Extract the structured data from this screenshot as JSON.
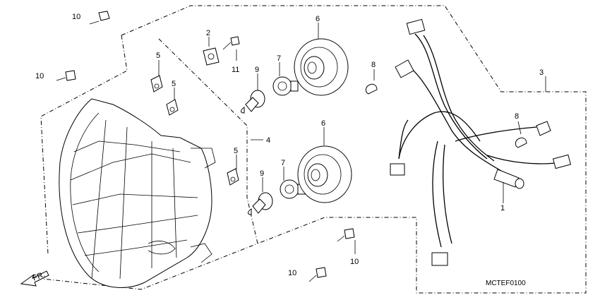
{
  "diagram": {
    "code": "MCTEF0100",
    "direction": "FR."
  },
  "labels": {
    "l1": "1",
    "l2": "2",
    "l3": "3",
    "l4": "4",
    "l5a": "5",
    "l5b": "5",
    "l5c": "5",
    "l6a": "6",
    "l6b": "6",
    "l7a": "7",
    "l7b": "7",
    "l8a": "8",
    "l8b": "8",
    "l9a": "9",
    "l9b": "9",
    "l10a": "10",
    "l10b": "10",
    "l10c": "10",
    "l10d": "10",
    "l11": "11"
  }
}
